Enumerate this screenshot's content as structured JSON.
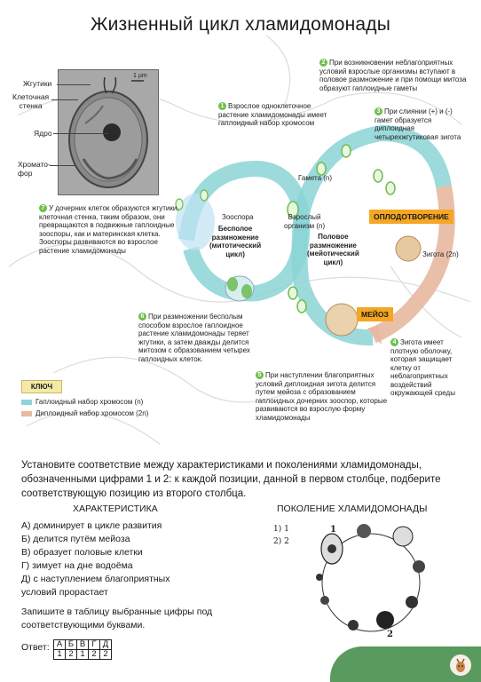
{
  "title": "Жизненный цикл хламидомонады",
  "micro_labels": {
    "flagella": "Жгутики",
    "cell_wall": "Клеточная\nстенка",
    "nucleus": "Ядро",
    "chromatophore": "Хромато-\nфор",
    "scale": "1 µm"
  },
  "notes": {
    "n1": {
      "num": "1",
      "text": "Взрослое одноклеточное растение хламидомонады имеет гаплоидный набор хромосом"
    },
    "n2": {
      "num": "2",
      "text": "При возникновении неблагоприятных условий взрослые организмы вступают в половое размножение и при помощи митоза образуют гаплоидные гаметы"
    },
    "n3": {
      "num": "3",
      "text": "При слиянии (+) и (-) гамет образуется диплоидная четырехжгутиковая зигота"
    },
    "n4": {
      "num": "4",
      "text": "Зигота имеет плотную оболочку, которая защищает клетку от неблагоприятных воздействий окружающей среды"
    },
    "n5": {
      "num": "5",
      "text": "При наступлении благоприятных условий диплоидная зигота делится путем мейоза с образованием гаплоидных дочерних зооспор, которые развиваются во взрослую форму хламидомонады"
    },
    "n6": {
      "num": "6",
      "text": "При размножении бесполым способом взрослое гаплоидное растение хламидомонады теряет жгутики, а затем дважды делится митозом с образованием четырех гаплоидных клеток."
    },
    "n7": {
      "num": "7",
      "text": "У дочерних клеток образуются жгутики, клеточная стенка, таким образом, они превращаются в подвижные гаплоидные зооспоры, как и материнская клетка. Зооспоры развиваются во взрослое растение хламидомонады"
    }
  },
  "cycle_labels": {
    "gamete": "Гамета (n)",
    "adult": "Взрослый\nорганизм (n)",
    "zoospore": "Зооспора",
    "asexual": "Бесполое\nразмножение\n(митотический\nцикл)",
    "sexual": "Половое\nразмножение\n(мейотический\nцикл)",
    "zygote": "Зигота (2n)",
    "fertilization": "ОПЛОДОТВОРЕНИЕ",
    "meiosis": "МЕЙОЗ"
  },
  "key": {
    "title": "КЛЮЧ",
    "haploid": "Гаплоидный набор хромосом (n)",
    "diploid": "Диплоидный набор хромосом (2n)"
  },
  "question": "Установите соответствие между характеристиками и поколениями хламидомонады, обозначенными цифрами 1 и 2: к каждой позиции, данной в первом столбце, подберите соответствующую позицию из второго столбца.",
  "col1_header": "ХАРАКТЕРИСТИКА",
  "col2_header": "ПОКОЛЕНИЕ ХЛАМИДОМОНАДЫ",
  "characteristics": [
    "А) доминирует в цикле развития",
    "Б) делится путём мейоза",
    "В) образует половые клетки",
    "Г) зимует на дне водоёма",
    "Д) с наступлением благоприятных",
    "условий прорастает"
  ],
  "generations": [
    "1) 1",
    "2) 2"
  ],
  "small_cycle_labels": {
    "one": "1",
    "two": "2"
  },
  "instruction": "Запишите в таблицу выбранные цифры под\nсоответствующими буквами.",
  "answer_label": "Ответ:",
  "answer_letters": [
    "А",
    "Б",
    "В",
    "Г",
    "Д"
  ],
  "answer_values": [
    "1",
    "2",
    "1",
    "2",
    "2"
  ],
  "colors": {
    "accent_green": "#5a9a5f",
    "haploid_arrow": "#8cd4d6",
    "diploid_arrow": "#e8b8a0",
    "tag_orange": "#f5a623",
    "step_green": "#6dbf4b"
  }
}
